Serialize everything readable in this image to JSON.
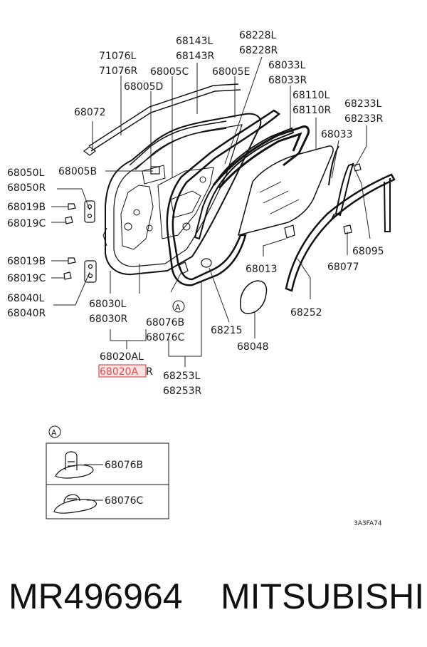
{
  "labels": {
    "p68143L": "68143L",
    "p68143R": "68143R",
    "p68228L": "68228L",
    "p68228R": "68228R",
    "p71076L": "71076L",
    "p71076R": "71076R",
    "p68005C": "68005C",
    "p68005E": "68005E",
    "p68033L": "68033L",
    "p68033R": "68033R",
    "p68005D": "68005D",
    "p68110L": "68110L",
    "p68110R": "68110R",
    "p68072": "68072",
    "p68233L": "68233L",
    "p68233R": "68233R",
    "p68033": "68033",
    "p68050L": "68050L",
    "p68050R": "68050R",
    "p68005B": "68005B",
    "p68019B_1": "68019B",
    "p68019C_1": "68019C",
    "p68019B_2": "68019B",
    "p68019C_2": "68019C",
    "p68040L": "68040L",
    "p68040R": "68040R",
    "p68030L": "68030L",
    "p68030R": "68030R",
    "p68020AL": "68020AL",
    "p68020AR_a": "68020A",
    "p68020AR_b": "R",
    "p68076B": "68076B",
    "p68076C": "68076C",
    "p68253L": "68253L",
    "p68253R": "68253R",
    "p68013": "68013",
    "p68095": "68095",
    "p68077": "68077",
    "p68215": "68215",
    "p68048": "68048",
    "p68252": "68252",
    "callout_A": "A",
    "detail_A": "A",
    "detail_68076B": "68076B",
    "detail_68076C": "68076C",
    "drawing_code": "3A3FA74"
  },
  "footer": {
    "part_number": "MR496964",
    "brand": "MITSUBISHI"
  },
  "colors": {
    "line": "#111111",
    "highlight": "#d9534f",
    "highlight_fill": "#fbe3e3"
  }
}
